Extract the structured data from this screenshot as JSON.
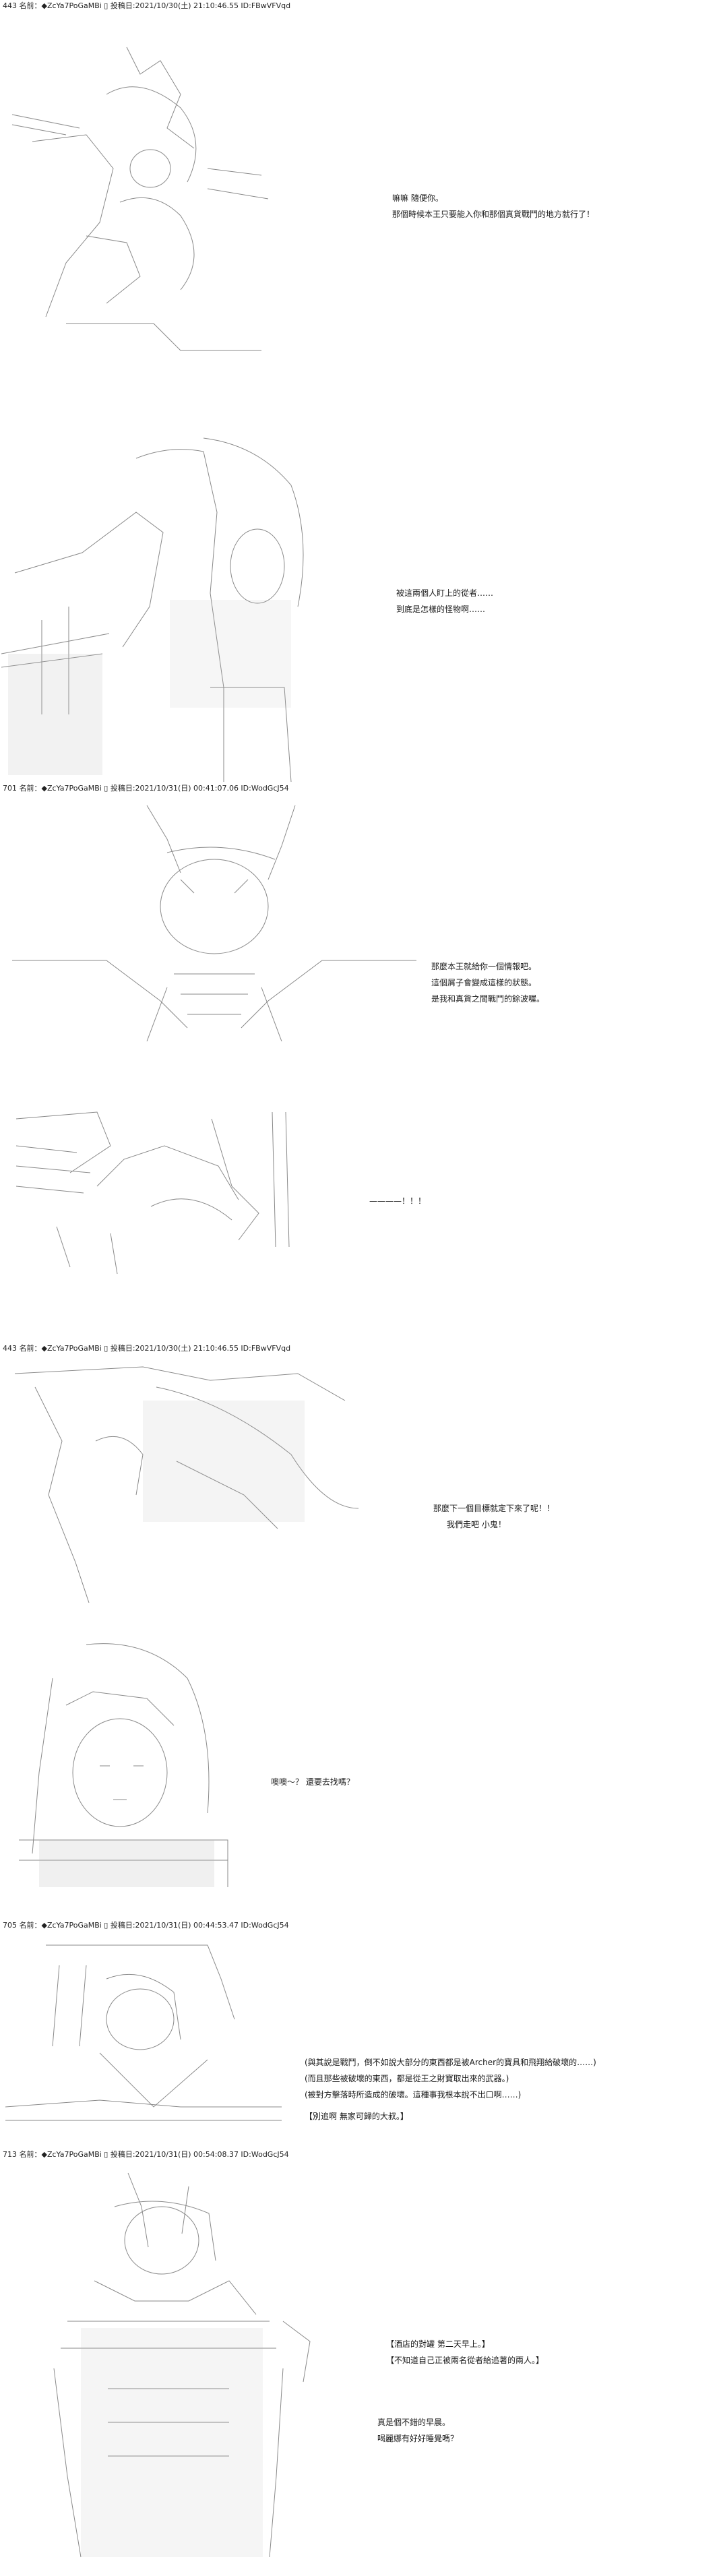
{
  "panels": [
    {
      "header": "443 名前：◆ZcYa7PoGaMBi ▯ 投稿日:2021/10/30(土) 21:10:46.55 ID:FBwVFVqd",
      "lines": [
        "嘛嘛 隨便你。",
        "那個時候本王只要能入你和那個真貨戰鬥的地方就行了！"
      ]
    },
    {
      "header": "",
      "lines": [
        "被這兩個人盯上的從者……",
        "到底是怎樣的怪物啊……"
      ]
    },
    {
      "header": "701 名前：◆ZcYa7PoGaMBi ▯ 投稿日:2021/10/31(日) 00:41:07.06 ID:WodGcJ54",
      "lines": [
        "那麼本王就給你一個情報吧。",
        "這個屑子會變成這樣的狀態。",
        "是我和真貨之間戰鬥的餘波喔。"
      ]
    },
    {
      "header": "",
      "lines": [
        "————！！！"
      ]
    },
    {
      "header": "443 名前：◆ZcYa7PoGaMBi ▯ 投稿日:2021/10/30(土) 21:10:46.55 ID:FBwVFVqd",
      "lines": [
        "那麼下一個目標就定下來了呢！！",
        "我們走吧 小鬼！"
      ]
    },
    {
      "header": "",
      "lines": [
        "噢噢～？ 還要去找嗎？"
      ]
    },
    {
      "header": "705 名前：◆ZcYa7PoGaMBi ▯ 投稿日:2021/10/31(日) 00:44:53.47 ID:WodGcJ54",
      "lines": [
        "(與其說是戰鬥，倒不如說大部分的東西都是被Archer的寶具和飛翔給破壞的……)",
        "(而且那些被破壞的東西，都是從王之財寶取出來的武器。)",
        "(被對方擊落時所造成的破壞。這種事我根本說不出口啊……)",
        "【別追啊 無家可歸的大叔。】"
      ]
    },
    {
      "header": "713 名前：◆ZcYa7PoGaMBi ▯ 投稿日:2021/10/31(日) 00:54:08.37 ID:WodGcJ54",
      "lines": [
        "【酒店的對罐 第二天早上。】",
        "【不知道自己正被兩名從者給追著的兩人。】",
        "真是個不錯的早晨。",
        "喝麗娜有好好睡覺嗎？"
      ]
    }
  ]
}
